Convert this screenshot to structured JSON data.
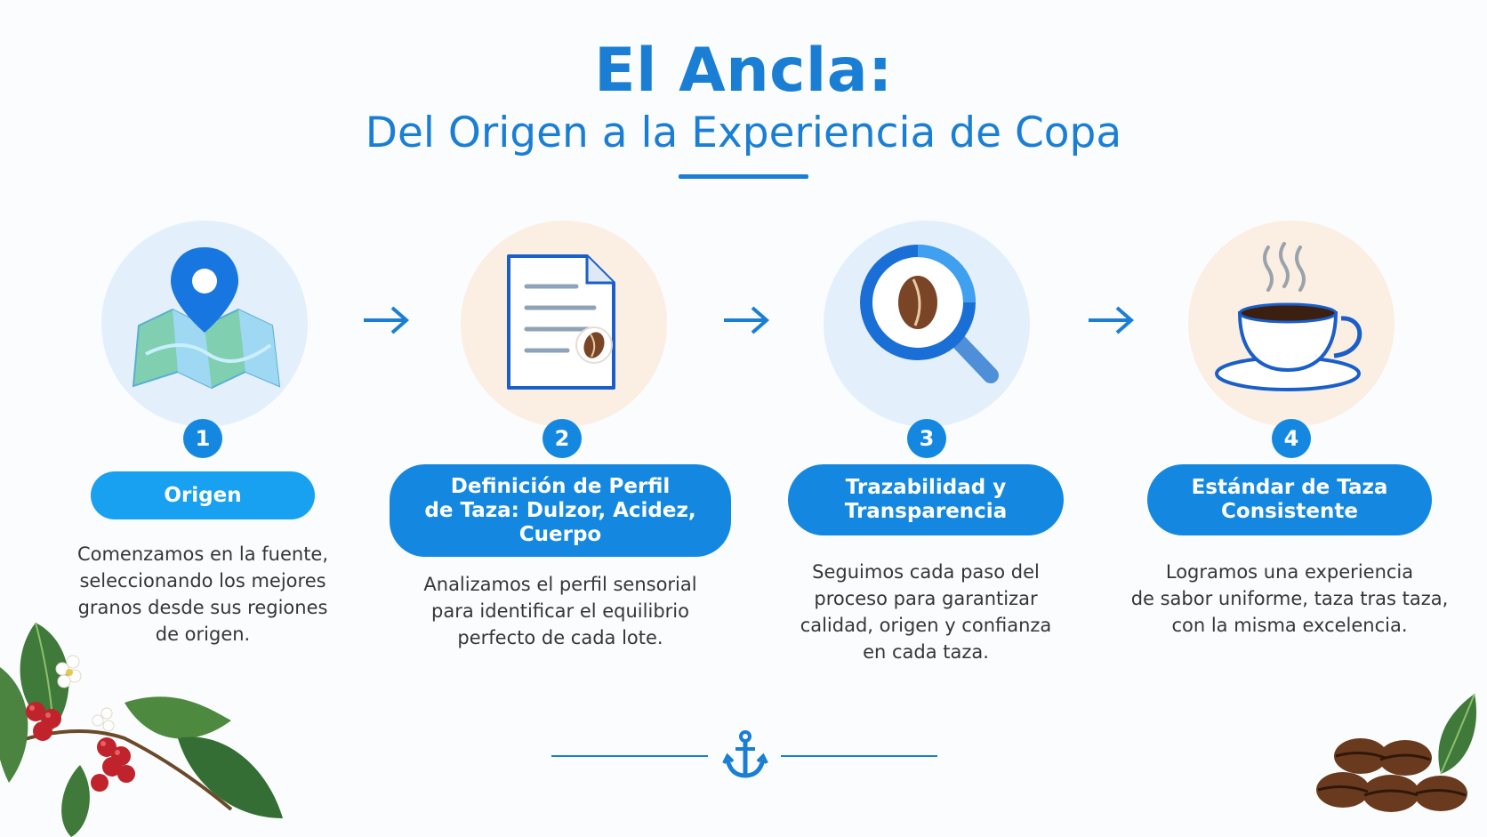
{
  "header": {
    "title": "El Ancla:",
    "subtitle": "Del Origen a la Experiencia de Copa"
  },
  "steps": [
    {
      "number": "1",
      "title": "Origen",
      "description": "Comenzamos en la fuente,\nseleccionando los mejores\ngranos desde sus regiones\nde origen.",
      "icon": "map-pin-icon"
    },
    {
      "number": "2",
      "title": "Definición de Perfil\nde Taza: Dulzor, Acidez,\nCuerpo",
      "description": "Analizamos el perfil sensorial\npara identificar el equilibrio\nperfecto de cada lote.",
      "icon": "document-icon"
    },
    {
      "number": "3",
      "title": "Trazabilidad y\nTransparencia",
      "description": "Seguimos cada paso del\nproceso para garantizar\ncalidad, origen y confianza\nen cada taza.",
      "icon": "magnifier-icon"
    },
    {
      "number": "4",
      "title": "Estándar de Taza\nConsistente",
      "description": "Logramos una experiencia\nde sabor uniforme, taza tras taza,\ncon la misma excelencia.",
      "icon": "coffee-cup-icon"
    }
  ],
  "colors": {
    "primary": "#1a7fd4",
    "pill": "#1488e0",
    "pill_light": "#18a1f0",
    "circle_blue": "#e3f0fb",
    "circle_peach": "#fbeee2",
    "coffee_brown": "#7a4526"
  }
}
